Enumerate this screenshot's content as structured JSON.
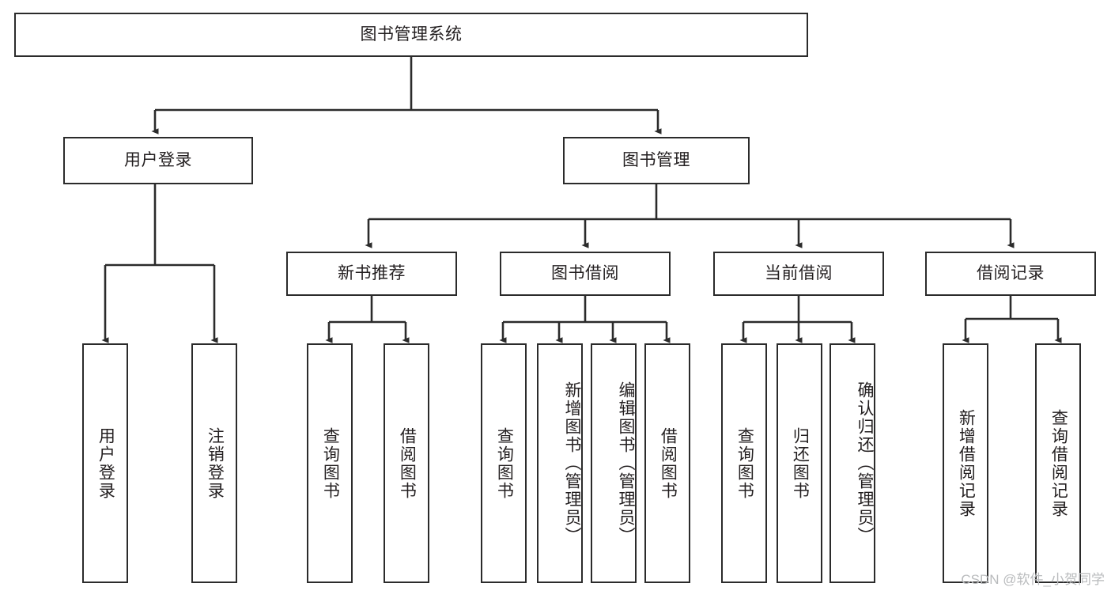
{
  "diagram": {
    "title_node": {
      "label": "图书管理系统"
    },
    "level2": [
      {
        "id": "user-login",
        "label": "用户登录"
      },
      {
        "id": "book-management",
        "label": "图书管理"
      }
    ],
    "level3": [
      {
        "id": "new-book-recommend",
        "label": "新书推荐"
      },
      {
        "id": "book-borrow",
        "label": "图书借阅"
      },
      {
        "id": "current-borrow",
        "label": "当前借阅"
      },
      {
        "id": "borrow-record",
        "label": "借阅记录"
      }
    ],
    "leaves": [
      {
        "id": "leaf-user-login",
        "parent": "user-login",
        "label": "用户登录"
      },
      {
        "id": "leaf-logout-login",
        "parent": "user-login",
        "label": "注销登录"
      },
      {
        "id": "leaf-query-book-1",
        "parent": "new-book-recommend",
        "label": "查询图书"
      },
      {
        "id": "leaf-borrow-book-1",
        "parent": "new-book-recommend",
        "label": "借阅图书"
      },
      {
        "id": "leaf-query-book-2",
        "parent": "book-borrow",
        "label": "查询图书"
      },
      {
        "id": "leaf-add-book-admin",
        "parent": "book-borrow",
        "label": "新增图书（管理员）"
      },
      {
        "id": "leaf-edit-book-admin",
        "parent": "book-borrow",
        "label": "编辑图书（管理员）"
      },
      {
        "id": "leaf-borrow-book-2",
        "parent": "book-borrow",
        "label": "借阅图书"
      },
      {
        "id": "leaf-query-book-3",
        "parent": "current-borrow",
        "label": "查询图书"
      },
      {
        "id": "leaf-return-book",
        "parent": "current-borrow",
        "label": "归还图书"
      },
      {
        "id": "leaf-confirm-return-admin",
        "parent": "current-borrow",
        "label": "确认归还（管理员）"
      },
      {
        "id": "leaf-add-borrow-record",
        "parent": "borrow-record",
        "label": "新增借阅记录"
      },
      {
        "id": "leaf-query-borrow-record",
        "parent": "borrow-record",
        "label": "查询借阅记录"
      }
    ],
    "watermark": "CSDN @软件_小贺同学",
    "colors": {
      "stroke": "#2b2b2b",
      "text": "#231f20",
      "background": "#ffffff",
      "watermark": "#b9bbbd"
    }
  }
}
